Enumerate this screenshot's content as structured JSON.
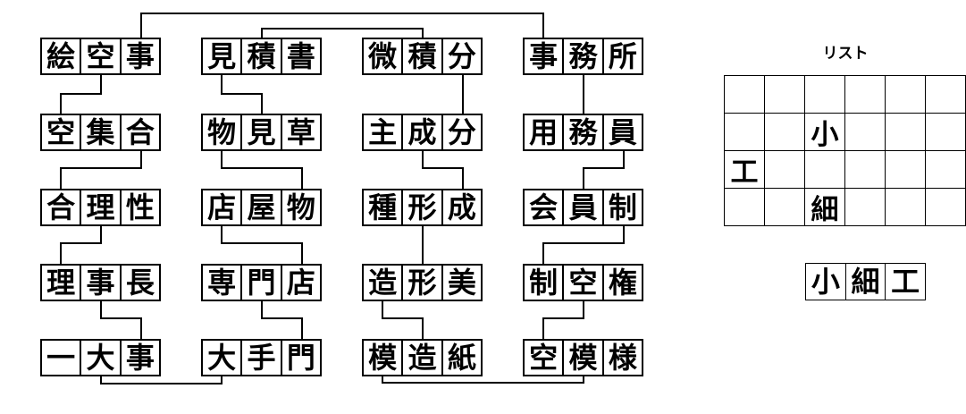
{
  "colors": {
    "ink": "#000000",
    "background": "#ffffff"
  },
  "puzzle": {
    "words": [
      {
        "chars": [
          "絵",
          "空",
          "事"
        ],
        "col": 0,
        "row": 0
      },
      {
        "chars": [
          "空",
          "集",
          "合"
        ],
        "col": 0,
        "row": 1
      },
      {
        "chars": [
          "合",
          "理",
          "性"
        ],
        "col": 0,
        "row": 2
      },
      {
        "chars": [
          "理",
          "事",
          "長"
        ],
        "col": 0,
        "row": 3
      },
      {
        "chars": [
          "一",
          "大",
          "事"
        ],
        "col": 0,
        "row": 4
      },
      {
        "chars": [
          "見",
          "積",
          "書"
        ],
        "col": 1,
        "row": 0
      },
      {
        "chars": [
          "物",
          "見",
          "草"
        ],
        "col": 1,
        "row": 1
      },
      {
        "chars": [
          "店",
          "屋",
          "物"
        ],
        "col": 1,
        "row": 2
      },
      {
        "chars": [
          "専",
          "門",
          "店"
        ],
        "col": 1,
        "row": 3
      },
      {
        "chars": [
          "大",
          "手",
          "門"
        ],
        "col": 1,
        "row": 4
      },
      {
        "chars": [
          "微",
          "積",
          "分"
        ],
        "col": 2,
        "row": 0
      },
      {
        "chars": [
          "主",
          "成",
          "分"
        ],
        "col": 2,
        "row": 1
      },
      {
        "chars": [
          "種",
          "形",
          "成"
        ],
        "col": 2,
        "row": 2
      },
      {
        "chars": [
          "造",
          "形",
          "美"
        ],
        "col": 2,
        "row": 3
      },
      {
        "chars": [
          "模",
          "造",
          "紙"
        ],
        "col": 2,
        "row": 4
      },
      {
        "chars": [
          "事",
          "務",
          "所"
        ],
        "col": 3,
        "row": 0
      },
      {
        "chars": [
          "用",
          "務",
          "員"
        ],
        "col": 3,
        "row": 1
      },
      {
        "chars": [
          "会",
          "員",
          "制"
        ],
        "col": 3,
        "row": 2
      },
      {
        "chars": [
          "制",
          "空",
          "権"
        ],
        "col": 3,
        "row": 3
      },
      {
        "chars": [
          "空",
          "模",
          "様"
        ],
        "col": 3,
        "row": 4
      }
    ],
    "links": [
      {
        "from": [
          0,
          2,
          "top"
        ],
        "to": [
          15,
          0,
          "top"
        ],
        "via": 15
      },
      {
        "from": [
          5,
          1,
          "top"
        ],
        "to": [
          10,
          1,
          "top"
        ],
        "via": 32
      },
      {
        "from": [
          0,
          1,
          "bottom"
        ],
        "to": [
          1,
          0,
          "top"
        ],
        "via": 105
      },
      {
        "from": [
          1,
          2,
          "bottom"
        ],
        "to": [
          2,
          0,
          "top"
        ],
        "via": 188
      },
      {
        "from": [
          2,
          1,
          "bottom"
        ],
        "to": [
          3,
          0,
          "top"
        ],
        "via": 272
      },
      {
        "from": [
          3,
          1,
          "bottom"
        ],
        "to": [
          4,
          2,
          "top"
        ],
        "via": 356
      },
      {
        "from": [
          4,
          1,
          "bottom"
        ],
        "to": [
          9,
          0,
          "bottom"
        ],
        "via": 429
      },
      {
        "from": [
          5,
          0,
          "bottom"
        ],
        "to": [
          6,
          1,
          "top"
        ],
        "via": 105
      },
      {
        "from": [
          6,
          0,
          "bottom"
        ],
        "to": [
          7,
          2,
          "top"
        ],
        "via": 188
      },
      {
        "from": [
          7,
          0,
          "bottom"
        ],
        "to": [
          8,
          2,
          "top"
        ],
        "via": 272
      },
      {
        "from": [
          8,
          1,
          "bottom"
        ],
        "to": [
          9,
          2,
          "top"
        ],
        "via": 356
      },
      {
        "from": [
          10,
          2,
          "bottom"
        ],
        "to": [
          11,
          2,
          "top"
        ],
        "via": 105
      },
      {
        "from": [
          11,
          1,
          "bottom"
        ],
        "to": [
          12,
          2,
          "top"
        ],
        "via": 188
      },
      {
        "from": [
          12,
          1,
          "bottom"
        ],
        "to": [
          13,
          1,
          "top"
        ],
        "via": 272
      },
      {
        "from": [
          13,
          0,
          "bottom"
        ],
        "to": [
          14,
          1,
          "top"
        ],
        "via": 356
      },
      {
        "from": [
          14,
          0,
          "bottom"
        ],
        "to": [
          19,
          1,
          "bottom"
        ],
        "via": 428
      },
      {
        "from": [
          15,
          1,
          "bottom"
        ],
        "to": [
          16,
          1,
          "top"
        ],
        "via": 105
      },
      {
        "from": [
          16,
          2,
          "bottom"
        ],
        "to": [
          17,
          1,
          "top"
        ],
        "via": 188
      },
      {
        "from": [
          17,
          2,
          "bottom"
        ],
        "to": [
          18,
          0,
          "top"
        ],
        "via": 272
      },
      {
        "from": [
          18,
          1,
          "bottom"
        ],
        "to": [
          19,
          0,
          "top"
        ],
        "via": 356
      }
    ]
  },
  "list": {
    "label": "リスト",
    "grid": [
      [
        "",
        "",
        "",
        "",
        "",
        ""
      ],
      [
        "",
        "",
        "小",
        "",
        "",
        ""
      ],
      [
        "工",
        "",
        "",
        "",
        "",
        ""
      ],
      [
        "",
        "",
        "細",
        "",
        "",
        ""
      ]
    ]
  },
  "answer": {
    "chars": [
      "小",
      "細",
      "工"
    ]
  }
}
